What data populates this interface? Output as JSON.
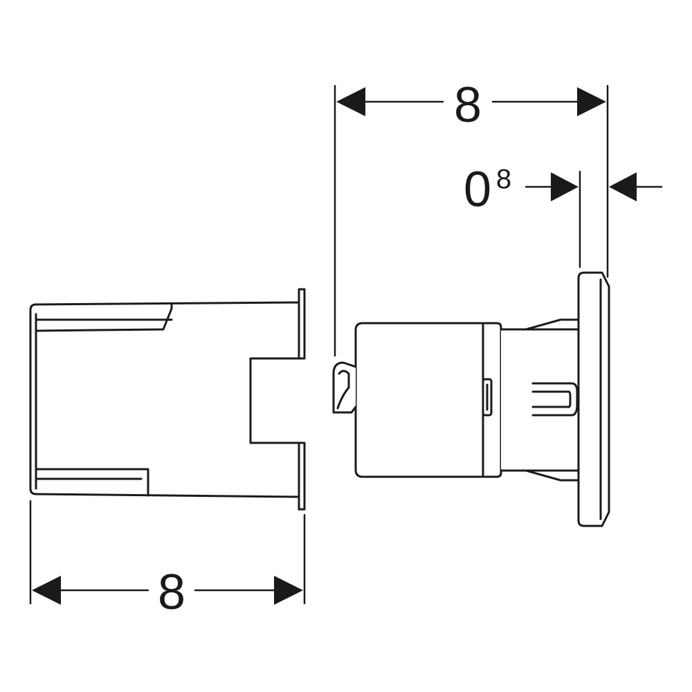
{
  "colors": {
    "stroke": "#1a1a1a",
    "fill": "#ffffff"
  },
  "dimensions": {
    "top_width": "8",
    "small_gap_base": "0",
    "small_gap_sup": "8",
    "bottom_width": "8"
  }
}
